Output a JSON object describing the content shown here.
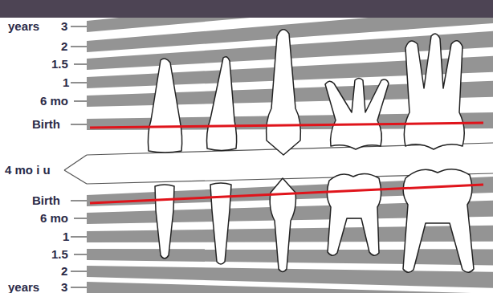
{
  "diagram": {
    "labels": [
      "years",
      "3",
      "2",
      "1.5",
      "1",
      "6 mo",
      "Birth",
      "4 mo i u",
      "Birth",
      "6 mo",
      "1",
      "1.5",
      "2",
      "years",
      "3"
    ]
  }
}
